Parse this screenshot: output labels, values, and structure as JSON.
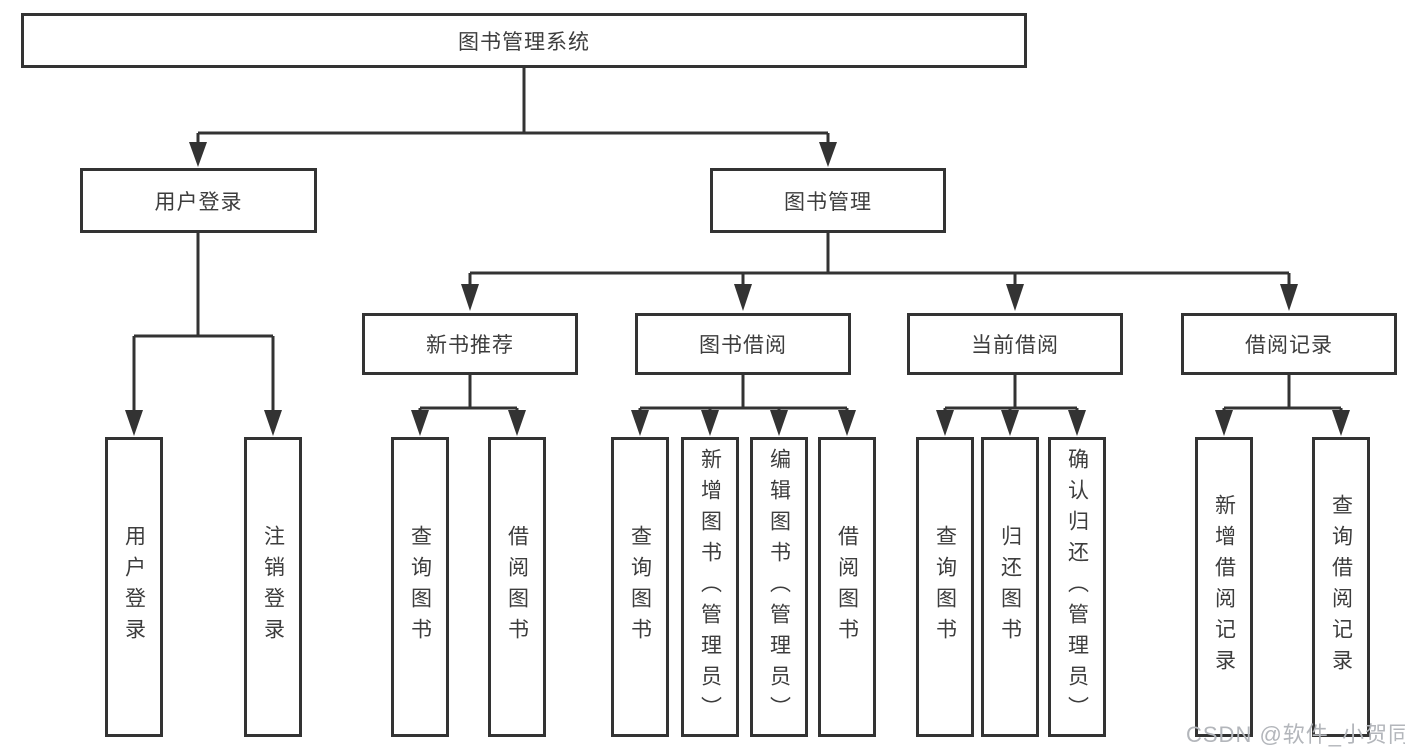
{
  "diagram": {
    "root": "图书管理系统",
    "level2": {
      "user_login": "用户登录",
      "book_management": "图书管理"
    },
    "level3": {
      "new_book_recommend": "新书推荐",
      "book_borrow": "图书借阅",
      "current_borrow": "当前借阅",
      "borrow_record": "借阅记录"
    },
    "leaves": {
      "user_login": [
        "用户登录",
        "注销登录"
      ],
      "new_book_recommend": [
        "查询图书",
        "借阅图书"
      ],
      "book_borrow": [
        "查询图书",
        "新增图书（管理员）",
        "编辑图书（管理员）",
        "借阅图书"
      ],
      "current_borrow": [
        "查询图书",
        "归还图书",
        "确认归还（管理员）"
      ],
      "borrow_record": [
        "新增借阅记录",
        "查询借阅记录"
      ]
    }
  },
  "watermark": "CSDN @软件_小贺同学",
  "colors": {
    "line": "#333333",
    "text": "#3d3d3d",
    "watermark": "#b3b6bb"
  }
}
